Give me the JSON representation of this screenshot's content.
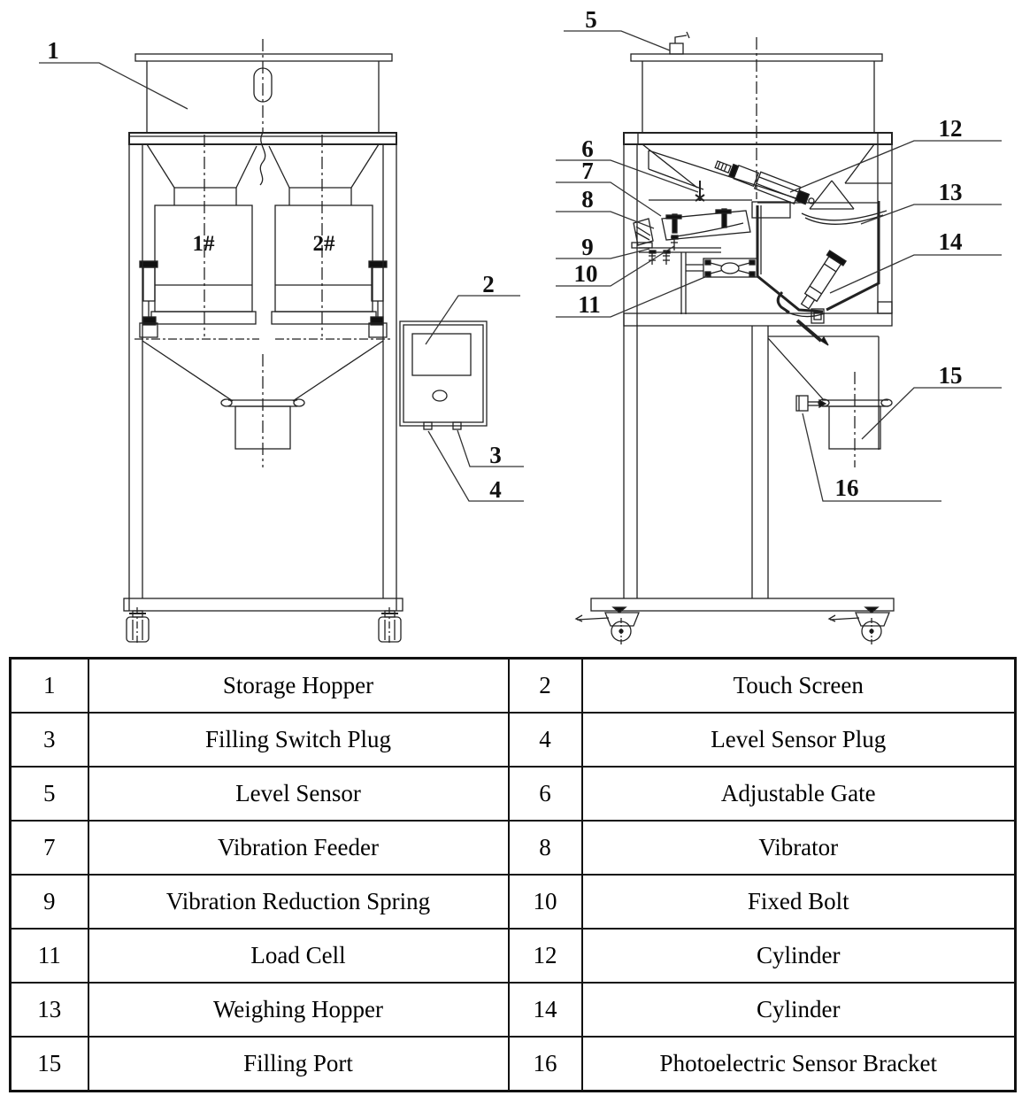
{
  "front_view": {
    "hopper1_label": "1#",
    "hopper2_label": "2#"
  },
  "callouts": [
    "1",
    "2",
    "3",
    "4",
    "5",
    "6",
    "7",
    "8",
    "9",
    "10",
    "11",
    "12",
    "13",
    "14",
    "15",
    "16"
  ],
  "table": {
    "entries": [
      {
        "num": "1",
        "name": "Storage Hopper"
      },
      {
        "num": "2",
        "name": "Touch Screen"
      },
      {
        "num": "3",
        "name": "Filling Switch Plug"
      },
      {
        "num": "4",
        "name": "Level Sensor Plug"
      },
      {
        "num": "5",
        "name": "Level Sensor"
      },
      {
        "num": "6",
        "name": "Adjustable Gate"
      },
      {
        "num": "7",
        "name": "Vibration Feeder"
      },
      {
        "num": "8",
        "name": "Vibrator"
      },
      {
        "num": "9",
        "name": "Vibration Reduction Spring"
      },
      {
        "num": "10",
        "name": "Fixed Bolt"
      },
      {
        "num": "11",
        "name": "Load Cell"
      },
      {
        "num": "12",
        "name": "Cylinder"
      },
      {
        "num": "13",
        "name": "Weighing Hopper"
      },
      {
        "num": "14",
        "name": "Cylinder"
      },
      {
        "num": "15",
        "name": "Filling Port"
      },
      {
        "num": "16",
        "name": "Photoelectric Sensor Bracket"
      }
    ]
  },
  "colors": {
    "line": "#222222",
    "dark": "#111111",
    "background": "#ffffff"
  }
}
